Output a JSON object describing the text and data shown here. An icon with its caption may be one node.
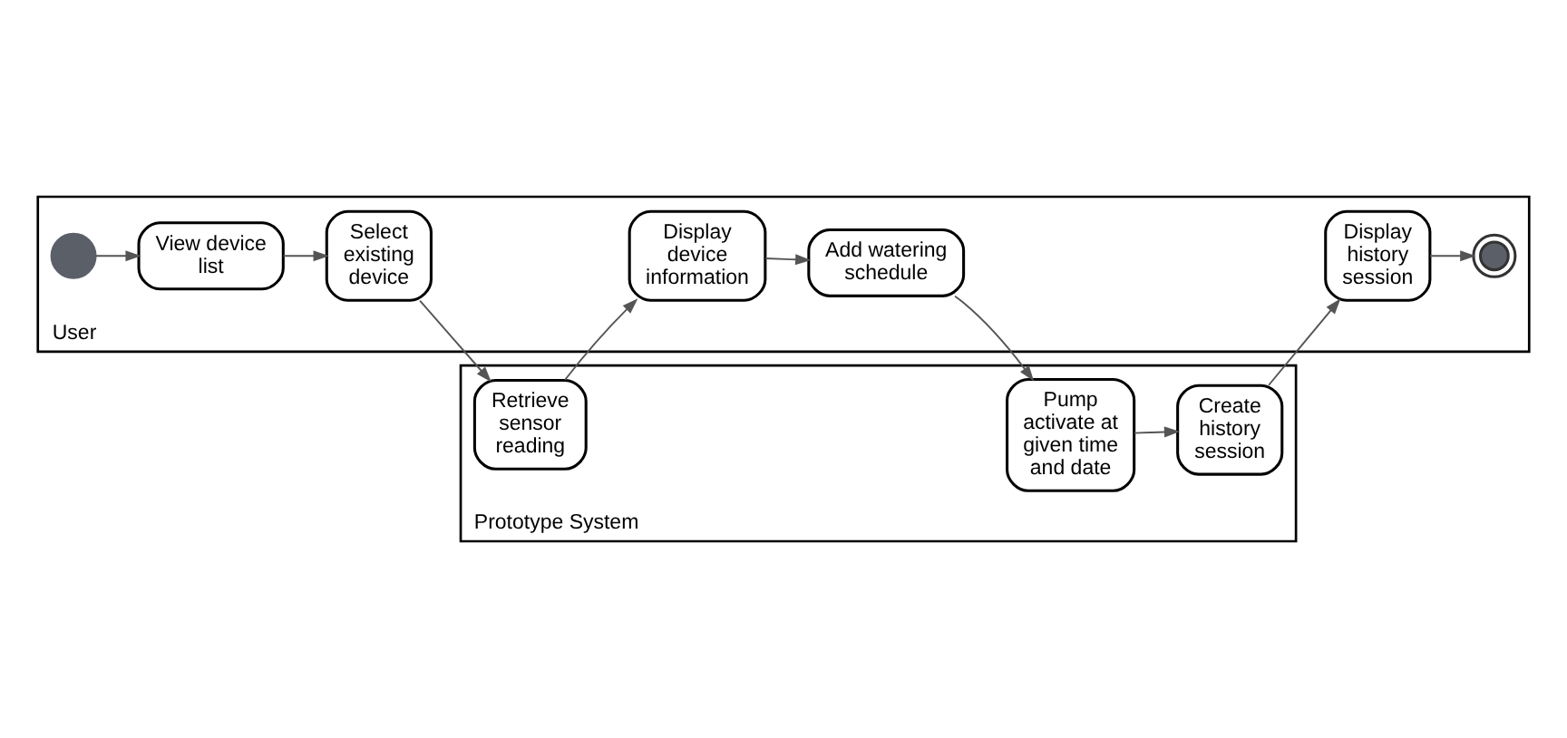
{
  "diagram": {
    "nodes": [
      {
        "text": [
          "User"
        ]
      },
      {
        "text": [
          "Prototype System"
        ]
      },
      {
        "text": [],
        "shape": "circle",
        "in": 0
      },
      {
        "text": [
          "View device list"
        ],
        "in": 0
      },
      {
        "text": [
          "Select existing device"
        ],
        "in": 0
      },
      {
        "text": [
          "Display device information"
        ],
        "in": 0
      },
      {
        "text": [
          "Add watering schedule"
        ],
        "in": 0
      },
      {
        "text": [
          "Display history session"
        ],
        "in": 0
      },
      {
        "text": [],
        "shape": "circle",
        "in": 0
      },
      {
        "text": [
          "Retrieve sensor reading"
        ],
        "in": 1
      },
      {
        "text": [
          "Pump activate at given time and date"
        ],
        "in": 1
      },
      {
        "text": [
          "Create history session"
        ],
        "in": 1
      }
    ],
    "edges": [
      {
        "from": 2,
        "to": 3,
        "arrow": "to"
      },
      {
        "from": 3,
        "to": 4,
        "arrow": "to"
      },
      {
        "from": 4,
        "to": 9,
        "arrow": "to"
      },
      {
        "from": 9,
        "to": 5,
        "arrow": "to"
      },
      {
        "from": 5,
        "to": 6,
        "arrow": "to"
      },
      {
        "from": 6,
        "to": 10,
        "arrow": "to"
      },
      {
        "from": 10,
        "to": 11,
        "arrow": "to"
      },
      {
        "from": 11,
        "to": 7,
        "arrow": "to"
      },
      {
        "from": 7,
        "to": 8,
        "arrow": "to"
      }
    ]
  }
}
